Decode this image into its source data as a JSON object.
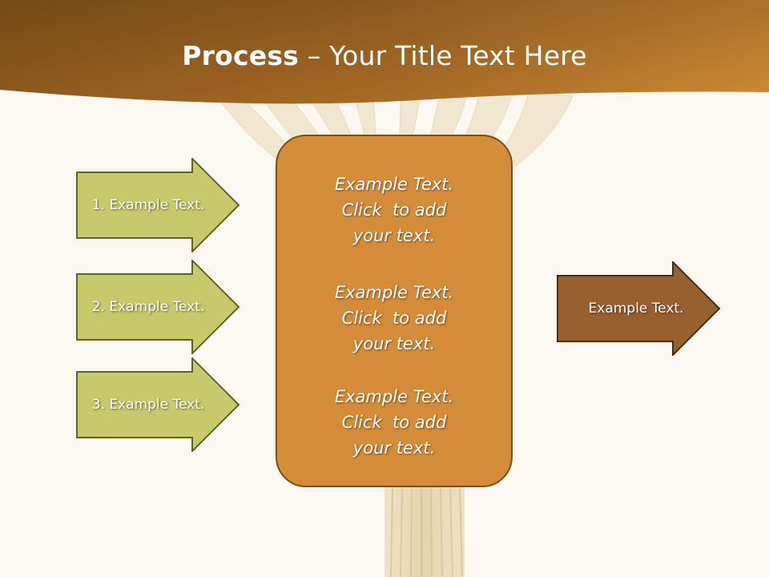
{
  "slide": {
    "title_bold": "Process",
    "title_rest": " – Your Title Text Here"
  },
  "steps": [
    {
      "label": "1. Example Text."
    },
    {
      "label": "2. Example Text."
    },
    {
      "label": "3. Example Text."
    }
  ],
  "center": {
    "items": [
      {
        "lines": [
          "Example Text.",
          "Click  to add",
          "your text."
        ]
      },
      {
        "lines": [
          "Example Text.",
          "Click  to add",
          "your text."
        ]
      },
      {
        "lines": [
          "Example Text.",
          "Click  to add",
          "your text."
        ]
      }
    ]
  },
  "output": {
    "label": "Example Text."
  },
  "colors": {
    "header": "#a96a22",
    "step_arrow_fill": "#c8c96a",
    "step_arrow_stroke": "#5f6420",
    "center_fill": "#d48c39",
    "center_stroke": "#7a4f17",
    "output_fill": "#98602f",
    "output_stroke": "#4b2b10",
    "background": "#fbf8f2"
  }
}
